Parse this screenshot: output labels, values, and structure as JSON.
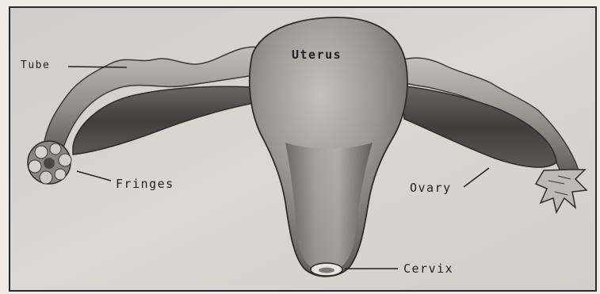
{
  "labels": {
    "uterus": "Uterus",
    "tube": "Tube",
    "fringes": "Fringes",
    "ovary": "Ovary",
    "cervix": "Cervix"
  },
  "colors": {
    "paper": "#efece6",
    "panel": "#d6d4cf",
    "organ_light": "#b9b6b1",
    "organ_dark": "#4e4c49",
    "ink": "#1f1f1f"
  }
}
